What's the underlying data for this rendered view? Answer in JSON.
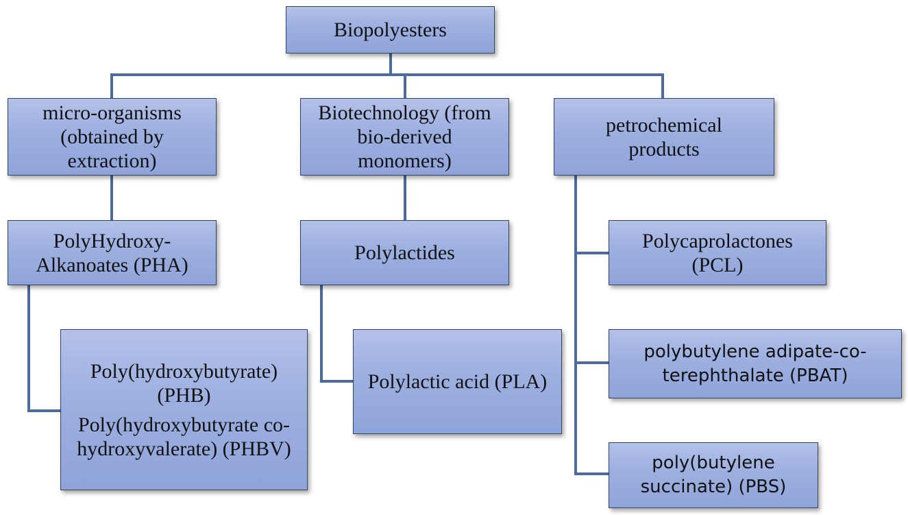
{
  "root": {
    "label": "Biopolyesters"
  },
  "categories": {
    "micro": {
      "label": "micro-organisms (obtained by extraction)",
      "lines": [
        "micro-organisms",
        "(obtained by",
        "extraction)"
      ]
    },
    "biotech": {
      "label": "Biotechnology (from bio-derived monomers)",
      "lines": [
        "Biotechnology (from",
        "bio-derived",
        "monomers)"
      ]
    },
    "petro": {
      "label": "petrochemical products",
      "lines": [
        "petrochemical",
        "products"
      ]
    }
  },
  "items": {
    "pha": {
      "lines": [
        "PolyHydroxy-",
        "Alkanoates (PHA)"
      ]
    },
    "phb_phbv": {
      "lines": [
        "Poly(hydroxybutyrate)",
        "(PHB)",
        "Poly(hydroxybutyrate co-",
        "hydroxyvalerate) (PHBV)"
      ]
    },
    "polylactides": {
      "lines": [
        "Polylactides"
      ]
    },
    "pla": {
      "lines": [
        "Polylactic acid (PLA)"
      ]
    },
    "pcl": {
      "lines": [
        "Polycaprolactones",
        "(PCL)"
      ]
    },
    "pbat": {
      "lines": [
        "polybutylene adipate-co-",
        "terephthalate (PBAT)"
      ]
    },
    "pbs": {
      "lines": [
        "poly(butylene",
        "succinate) (PBS)"
      ]
    }
  }
}
